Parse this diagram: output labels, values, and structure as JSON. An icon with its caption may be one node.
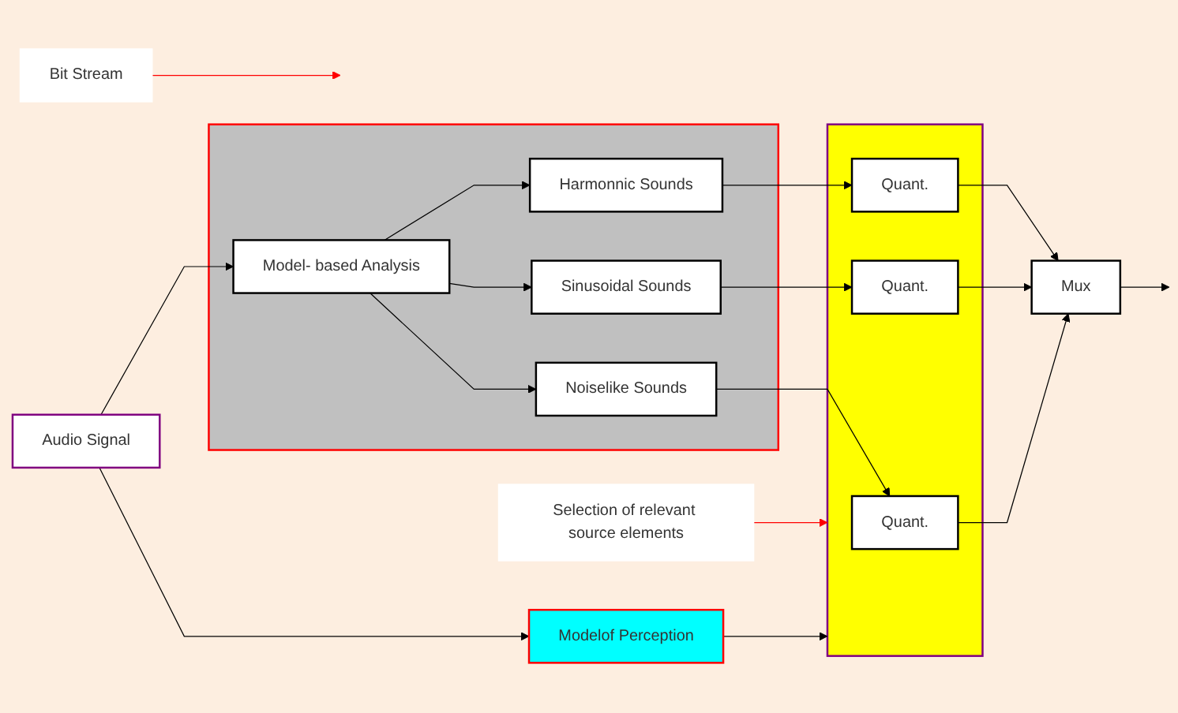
{
  "diagram": {
    "nodes": [
      {
        "text": [
          "Modelof Perception"
        ]
      },
      {
        "text": [
          "Selection of relevant source elements"
        ]
      },
      {
        "text": [],
        "shape": "box"
      },
      {
        "text": [
          "Model- based Analysis"
        ],
        "in": 2
      },
      {
        "text": [
          "Harmonnic Sounds"
        ],
        "in": 2
      },
      {
        "text": [
          "Sinusoidal Sounds"
        ],
        "in": 2
      },
      {
        "text": [
          "Noiselike Sounds"
        ],
        "in": 2
      },
      {
        "text": [],
        "shape": "box"
      },
      {
        "text": [
          "Quant."
        ],
        "in": 7
      },
      {
        "text": [
          "Quant."
        ],
        "in": 7
      },
      {
        "text": [
          "Quant."
        ],
        "in": 7
      },
      {
        "text": [
          "Mux"
        ]
      },
      {
        "text": [
          "Bit Stream"
        ]
      },
      {
        "text": [
          "Audio Signal"
        ]
      }
    ],
    "edges": [
      {
        "from": 13,
        "to": 3,
        "arrow": "to"
      },
      {
        "from": 13,
        "to": 0,
        "arrow": "to"
      },
      {
        "from": 0,
        "to": 7,
        "arrow": "to"
      },
      {
        "from": 1,
        "to": 7,
        "arrow": "to",
        "color": "#ff0000"
      },
      {
        "from": 3,
        "to": 4,
        "arrow": "to"
      },
      {
        "from": 3,
        "to": 5,
        "arrow": "to"
      },
      {
        "from": 3,
        "to": 6,
        "arrow": "to"
      },
      {
        "from": 4,
        "to": 8,
        "arrow": "to"
      },
      {
        "from": 5,
        "to": 9,
        "arrow": "to"
      },
      {
        "from": 6,
        "to": 10,
        "arrow": "to"
      },
      {
        "from": 8,
        "to": 11,
        "arrow": "to"
      },
      {
        "from": 9,
        "to": 11,
        "arrow": "to"
      },
      {
        "from": 10,
        "to": 11,
        "arrow": "to"
      },
      {
        "from": 11,
        "to": null,
        "arrow": "to"
      },
      {
        "from": 12,
        "to": null,
        "arrow": "to",
        "color": "#ff0000"
      }
    ]
  }
}
